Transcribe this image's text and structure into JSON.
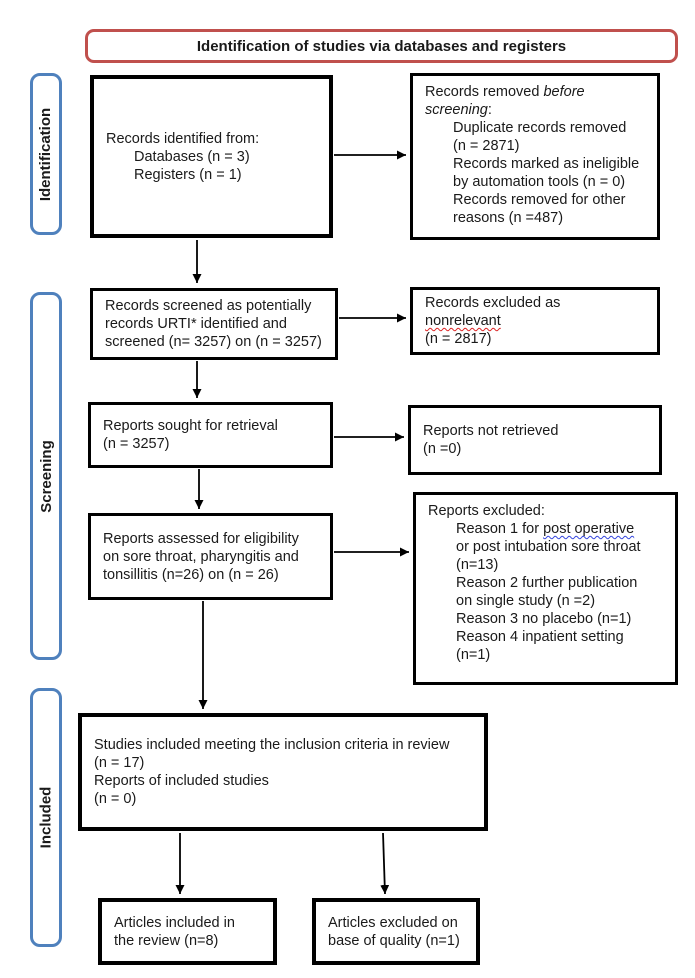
{
  "header": {
    "title": "Identification of studies via databases and registers"
  },
  "stages": {
    "identification": "Identification",
    "screening": "Screening",
    "included": "Included"
  },
  "boxes": {
    "records_identified": {
      "line1": "Records identified from:",
      "line2": "Databases (n = 3)",
      "line3": "Registers (n = 1)"
    },
    "records_removed": {
      "line1_normal": "Records removed ",
      "line1_italic": "before",
      "line2_italic": "screening",
      "line2_normal": ":",
      "item1_line1": "Duplicate records removed",
      "item1_line2": "(n = 2871)",
      "item2_line1": "Records marked as ineligible",
      "item2_line2": "by automation tools (n = 0)",
      "item3_line1": "Records removed for other",
      "item3_line2": "reasons (n =487)"
    },
    "records_screened": {
      "line1": "Records screened as potentially",
      "line2": "records URTI* identified and",
      "line3": "screened (n= 3257) on (n = 3257)"
    },
    "records_excluded": {
      "line1": "Records excluded as",
      "line2": "nonrelevant",
      "line3": "(n = 2817)"
    },
    "reports_sought": {
      "line1": "Reports sought for retrieval",
      "line2": "(n = 3257)"
    },
    "reports_not_retrieved": {
      "line1": "Reports not retrieved",
      "line2": "(n =0)"
    },
    "reports_assessed": {
      "line1": "Reports assessed for eligibility",
      "line2": "on sore throat, pharyngitis and",
      "line3": "tonsillitis (n=26) on (n = 26)"
    },
    "reports_excluded": {
      "title": "Reports excluded:",
      "reason1_pre": "Reason 1 for ",
      "reason1_underlined": "post operative",
      "reason1_line2": "or post intubation sore throat",
      "reason1_line3": "(n=13)",
      "reason2_line1": "Reason 2 further publication",
      "reason2_line2": "on single study (n =2)",
      "reason3": "Reason 3 no placebo (n=1)",
      "reason4_line1": "Reason 4 inpatient setting",
      "reason4_line2": "(n=1)"
    },
    "studies_included": {
      "line1": "Studies included meeting the inclusion criteria in review",
      "line2": "(n = 17)",
      "line3": "Reports of included studies",
      "line4": "(n = 0)"
    },
    "articles_included": {
      "line1": "Articles included in",
      "line2": "the review (n=8)"
    },
    "articles_excluded": {
      "line1": "Articles excluded on",
      "line2": "base of quality (n=1)"
    }
  },
  "colors": {
    "header_border": "#C0504D",
    "stage_border": "#4F81BD",
    "box_border": "#000000",
    "spellcheck_red_underline": "#DD2222",
    "grammar_blue_underline": "#3344DD",
    "arrow": "#000000"
  }
}
